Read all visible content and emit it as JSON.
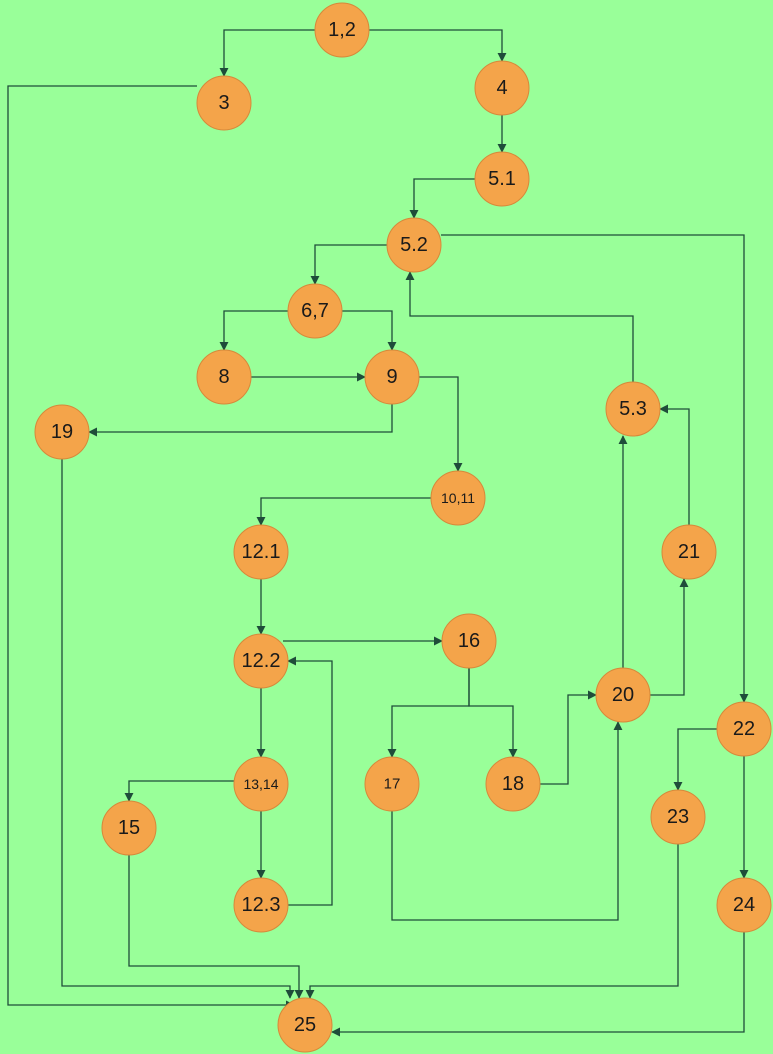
{
  "diagram": {
    "type": "control-flow-graph",
    "colors": {
      "background": "#99ff99",
      "node_fill": "#f4a44a",
      "edge": "#1f4d3a"
    },
    "nodes": [
      {
        "id": "n1_2",
        "label": "1,2"
      },
      {
        "id": "n3",
        "label": "3"
      },
      {
        "id": "n4",
        "label": "4"
      },
      {
        "id": "n5_1",
        "label": "5.1"
      },
      {
        "id": "n5_2",
        "label": "5.2"
      },
      {
        "id": "n6_7",
        "label": "6,7"
      },
      {
        "id": "n8",
        "label": "8"
      },
      {
        "id": "n9",
        "label": "9"
      },
      {
        "id": "n19",
        "label": "19"
      },
      {
        "id": "n5_3",
        "label": "5.3"
      },
      {
        "id": "n10_11",
        "label": "10,11"
      },
      {
        "id": "n12_1",
        "label": "12.1"
      },
      {
        "id": "n21",
        "label": "21"
      },
      {
        "id": "n12_2",
        "label": "12.2"
      },
      {
        "id": "n16",
        "label": "16"
      },
      {
        "id": "n20",
        "label": "20"
      },
      {
        "id": "n22",
        "label": "22"
      },
      {
        "id": "n13_14",
        "label": "13,14"
      },
      {
        "id": "n17",
        "label": "17"
      },
      {
        "id": "n18",
        "label": "18"
      },
      {
        "id": "n15",
        "label": "15"
      },
      {
        "id": "n23",
        "label": "23"
      },
      {
        "id": "n12_3",
        "label": "12.3"
      },
      {
        "id": "n24",
        "label": "24"
      },
      {
        "id": "n25",
        "label": "25"
      }
    ],
    "edges": [
      {
        "from": "n1_2",
        "to": "n3"
      },
      {
        "from": "n1_2",
        "to": "n4"
      },
      {
        "from": "n3",
        "to": "n25"
      },
      {
        "from": "n4",
        "to": "n5_1"
      },
      {
        "from": "n5_1",
        "to": "n5_2"
      },
      {
        "from": "n5_2",
        "to": "n6_7"
      },
      {
        "from": "n5_2",
        "to": "n22"
      },
      {
        "from": "n6_7",
        "to": "n8"
      },
      {
        "from": "n6_7",
        "to": "n9"
      },
      {
        "from": "n8",
        "to": "n9"
      },
      {
        "from": "n9",
        "to": "n19"
      },
      {
        "from": "n9",
        "to": "n10_11"
      },
      {
        "from": "n19",
        "to": "n25"
      },
      {
        "from": "n10_11",
        "to": "n12_1"
      },
      {
        "from": "n12_1",
        "to": "n12_2"
      },
      {
        "from": "n12_2",
        "to": "n16"
      },
      {
        "from": "n12_2",
        "to": "n13_14"
      },
      {
        "from": "n13_14",
        "to": "n15"
      },
      {
        "from": "n13_14",
        "to": "n12_3"
      },
      {
        "from": "n12_3",
        "to": "n12_2"
      },
      {
        "from": "n15",
        "to": "n25"
      },
      {
        "from": "n16",
        "to": "n17"
      },
      {
        "from": "n16",
        "to": "n18"
      },
      {
        "from": "n17",
        "to": "n20"
      },
      {
        "from": "n18",
        "to": "n20"
      },
      {
        "from": "n20",
        "to": "n5_3"
      },
      {
        "from": "n20",
        "to": "n21"
      },
      {
        "from": "n21",
        "to": "n5_3"
      },
      {
        "from": "n5_3",
        "to": "n5_2"
      },
      {
        "from": "n22",
        "to": "n23"
      },
      {
        "from": "n22",
        "to": "n24"
      },
      {
        "from": "n23",
        "to": "n25"
      },
      {
        "from": "n24",
        "to": "n25"
      }
    ]
  }
}
